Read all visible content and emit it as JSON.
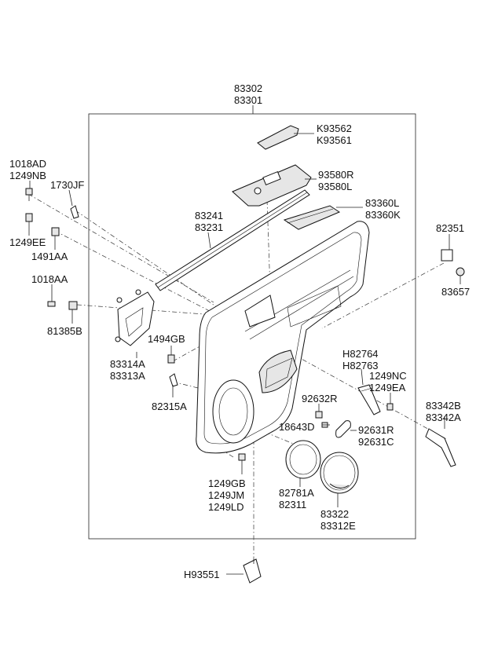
{
  "labels": {
    "top_a": "83302",
    "top_b": "83301",
    "k_a": "K93562",
    "k_b": "K93561",
    "sw_a": "93580R",
    "sw_b": "93580L",
    "arm_a": "83360L",
    "arm_b": "83360K",
    "wst_a": "83241",
    "wst_b": "83231",
    "s1018ad": "1018AD",
    "s1249nb": "1249NB",
    "c1730jf": "1730JF",
    "s1249ee": "1249EE",
    "c1491aa": "1491AA",
    "s1018aa": "1018AA",
    "c81385b": "81385B",
    "p82351": "82351",
    "p83657": "83657",
    "c1494gb": "1494GB",
    "br_a": "83314A",
    "br_b": "83313A",
    "p82315a": "82315A",
    "h_a": "H82764",
    "h_b": "H82763",
    "nc": "1249NC",
    "ea": "1249EA",
    "p92632r": "92632R",
    "p18643d": "18643D",
    "cv_a": "92631R",
    "cv_b": "92631C",
    "gp_a": "83342B",
    "gp_b": "83342A",
    "gb": "1249GB",
    "jm": "1249JM",
    "ld": "1249LD",
    "rg_a": "82781A",
    "rg_b": "82311",
    "sg_a": "83322",
    "sg_b": "83312E",
    "h93551": "H93551"
  }
}
